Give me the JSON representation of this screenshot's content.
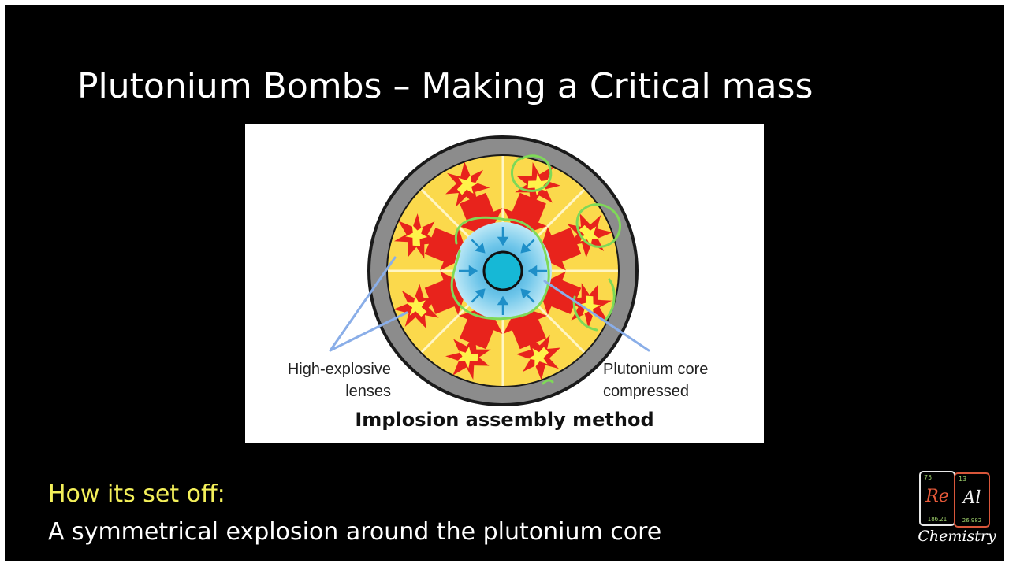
{
  "slide": {
    "title": "Plutonium Bombs – Making a Critical mass",
    "subheading": "How its set off:",
    "body": "A symmetrical explosion around the plutonium core"
  },
  "figure": {
    "label_left_line1": "High-explosive",
    "label_left_line2": "lenses",
    "label_right_line1": "Plutonium core",
    "label_right_line2": "compressed",
    "caption": "Implosion assembly method"
  },
  "logo": {
    "tile_left": {
      "number": "75",
      "symbol": "Re",
      "mass": "186.21"
    },
    "tile_right": {
      "number": "13",
      "symbol": "Al",
      "mass": "26.982"
    },
    "wordmark": "Chemistry"
  },
  "colors": {
    "background": "#000000",
    "title": "#ffffff",
    "subheading": "#f4f05a",
    "casing": "#8c8c8c",
    "explosive": "#fbd94c",
    "burst_red": "#e8231c",
    "burst_yellow": "#fff34a",
    "core": "#16b8d6",
    "shockwave": "#8fd8ef",
    "annotation_green": "#7ed957",
    "pointer_blue": "#8aaee8"
  },
  "icons": {
    "diagram": "implosion-bomb-diagram",
    "logo": "element-tiles-logo"
  }
}
